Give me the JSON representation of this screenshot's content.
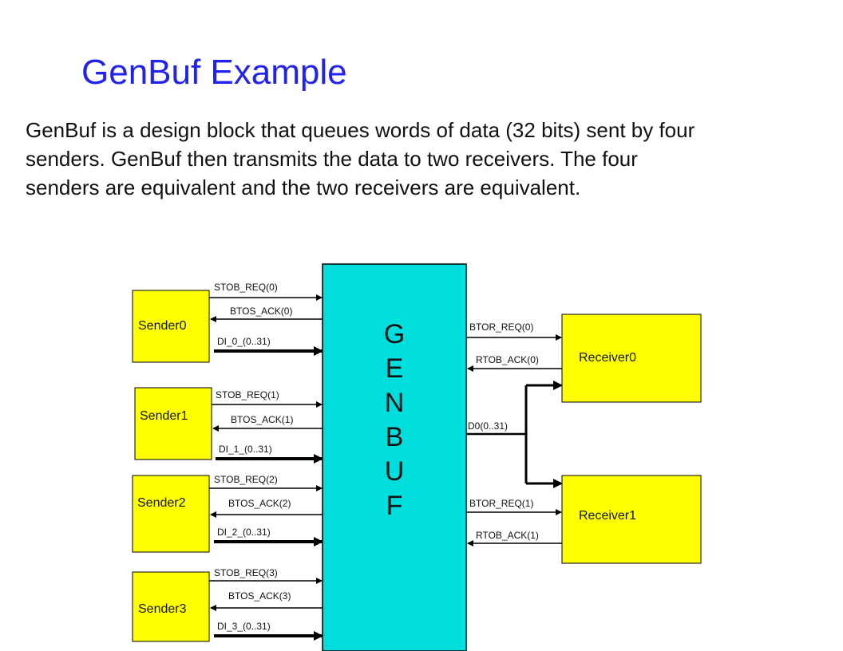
{
  "slide": {
    "title": "GenBuf Example",
    "description": "GenBuf is a design block that queues words of data (32 bits) sent by four senders.  GenBuf then transmits the data to two receivers.  The four senders are equivalent and the two receivers are equivalent."
  },
  "diagram": {
    "colors": {
      "sender": "#ffff00",
      "genbuf": "#00dddd",
      "receiver": "#ffff00",
      "stroke": "#000000"
    },
    "genbuf_letters": [
      "G",
      "E",
      "N",
      "B",
      "U",
      "F"
    ],
    "senders": [
      {
        "name": "Sender0",
        "req": "STOB_REQ(0)",
        "ack": "BTOS_ACK(0)",
        "data": "DI_0_(0..31)"
      },
      {
        "name": "Sender1",
        "req": "STOB_REQ(1)",
        "ack": "BTOS_ACK(1)",
        "data": "DI_1_(0..31)"
      },
      {
        "name": "Sender2",
        "req": "STOB_REQ(2)",
        "ack": "BTOS_ACK(2)",
        "data": "DI_2_(0..31)"
      },
      {
        "name": "Sender3",
        "req": "STOB_REQ(3)",
        "ack": "BTOS_ACK(3)",
        "data": "DI_3_(0..31)"
      }
    ],
    "receivers": [
      {
        "name": "Receiver0",
        "req": "BTOR_REQ(0)",
        "ack": "RTOB_ACK(0)"
      },
      {
        "name": "Receiver1",
        "req": "BTOR_REQ(1)",
        "ack": "RTOB_ACK(1)"
      }
    ],
    "data_out": "D0(0..31)"
  }
}
